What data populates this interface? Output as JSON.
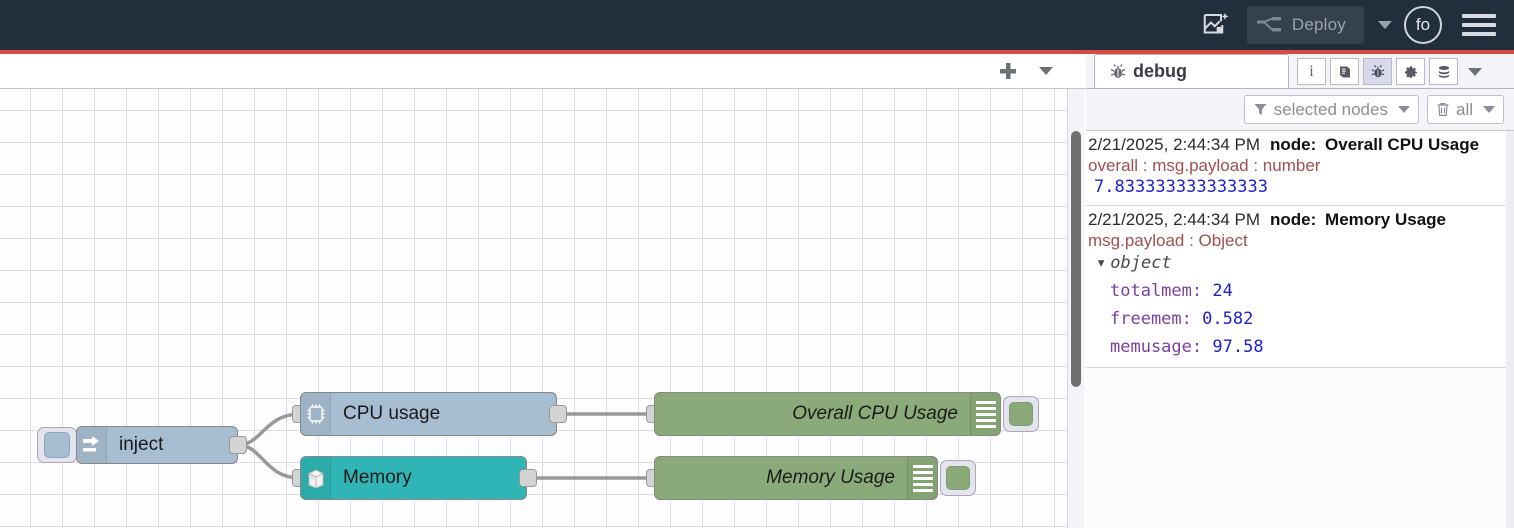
{
  "header": {
    "assistant_icon": "assistant-sparkle-icon",
    "deploy_icon": "deploy-node-icon",
    "deploy_label": "Deploy",
    "deploy_caret_icon": "chevron-down-icon",
    "user_initials": "fo",
    "menu_icon": "hamburger-menu-icon",
    "bg_color": "#212E3C",
    "accent_line_color": "#d94a44"
  },
  "workspace": {
    "add_tab_icon": "plus-icon",
    "tab_menu_icon": "chevron-down-icon",
    "nodes": [
      {
        "id": "inject",
        "label": "inject",
        "icon": "inject-arrow-icon",
        "color": "#a7bdd1",
        "type": "inject"
      },
      {
        "id": "cpu-usage",
        "label": "CPU usage",
        "icon": "cpu-chip-icon",
        "color": "#a7bdd1",
        "type": "cpu"
      },
      {
        "id": "memory",
        "label": "Memory",
        "icon": "memory-server-icon",
        "color": "#2fb5b5",
        "type": "memory"
      },
      {
        "id": "overall-cpu-usage",
        "label": "Overall CPU Usage",
        "icon": "debug-lines-icon",
        "color": "#8aab79",
        "type": "debug"
      },
      {
        "id": "memory-usage",
        "label": "Memory Usage",
        "icon": "debug-lines-icon",
        "color": "#8aab79",
        "type": "debug"
      }
    ]
  },
  "sidebar": {
    "tab_label": "debug",
    "tab_icon": "bug-icon",
    "tools": [
      {
        "name": "info-tab-icon",
        "glyph": "i",
        "active": false
      },
      {
        "name": "help-book-icon",
        "glyph": "book",
        "active": false
      },
      {
        "name": "debug-bug-icon",
        "glyph": "bug",
        "active": true
      },
      {
        "name": "config-gear-icon",
        "glyph": "gear",
        "active": false
      },
      {
        "name": "context-data-icon",
        "glyph": "stack",
        "active": false
      }
    ],
    "tools_caret_icon": "chevron-down-icon",
    "filter_label": "selected nodes",
    "filter_icon": "funnel-icon",
    "clear_label": "all",
    "clear_icon": "trash-icon",
    "messages": [
      {
        "timestamp": "2/21/2025, 2:44:34 PM",
        "node_prefix": "node:",
        "node_name": "Overall CPU Usage",
        "type_line": "overall : msg.payload : number",
        "value": "7.833333333333333",
        "kind": "scalar"
      },
      {
        "timestamp": "2/21/2025, 2:44:34 PM",
        "node_prefix": "node:",
        "node_name": "Memory Usage",
        "type_line": "msg.payload : Object",
        "object_label": "object",
        "kind": "object",
        "properties": [
          {
            "key": "totalmem",
            "value": "24"
          },
          {
            "key": "freemem",
            "value": "0.582"
          },
          {
            "key": "memusage",
            "value": "97.58"
          }
        ]
      }
    ]
  }
}
